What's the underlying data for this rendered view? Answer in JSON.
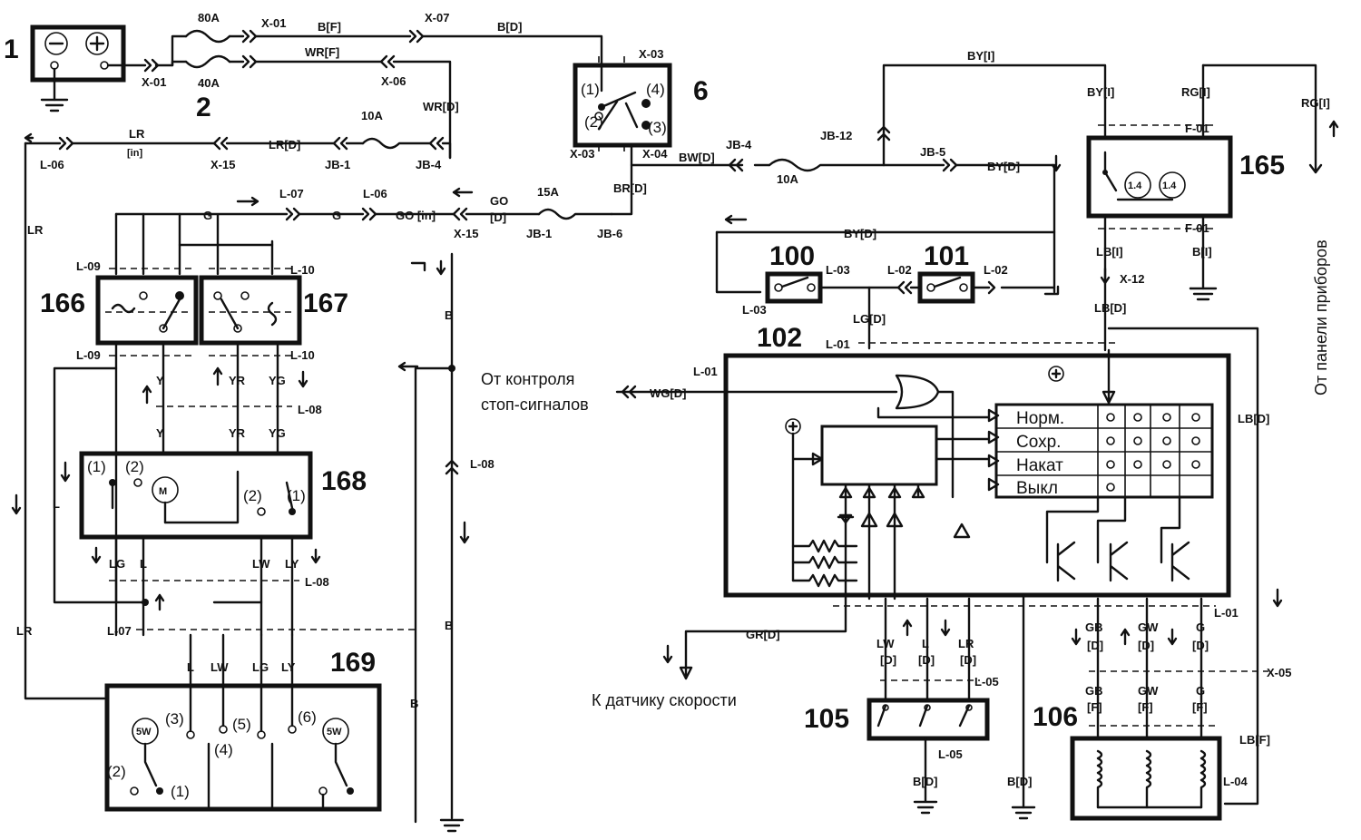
{
  "components": {
    "c1": "1",
    "c2": "2",
    "c6": "6",
    "c100": "100",
    "c101": "101",
    "c102": "102",
    "c105": "105",
    "c106": "106",
    "c165": "165",
    "c166": "166",
    "c167": "167",
    "c168": "168",
    "c169": "169"
  },
  "connectors": {
    "x01a": "X-01",
    "x01b": "X-01",
    "x07": "X-07",
    "x03a": "X-03",
    "x03b": "X-03",
    "x04": "X-04",
    "x06": "X-06",
    "x15a": "X-15",
    "x15b": "X-15",
    "x12": "X-12",
    "x05": "X-05",
    "f01a": "F-01",
    "f01b": "F-01",
    "l06a": "L-06",
    "l06b": "L-06",
    "l07a": "L-07",
    "l07b": "L-07",
    "l09a": "L-09",
    "l09b": "L-09",
    "l10a": "L-10",
    "l10b": "L-10",
    "l08a": "L-08",
    "l08b": "L-08",
    "l08c": "L-08",
    "l01a": "L-01",
    "l01b": "L-01",
    "l01c": "L-01",
    "l02a": "L-02",
    "l02b": "L-02",
    "l03a": "L-03",
    "l03b": "L-03",
    "l04": "L-04",
    "l05a": "L-05",
    "l05b": "L-05",
    "jb1a": "JB-1",
    "jb1b": "JB-1",
    "jb4a": "JB-4",
    "jb4b": "JB-4",
    "jb5": "JB-5",
    "jb6": "JB-6",
    "jb12": "JB-12"
  },
  "wires": {
    "bf": "B[F]",
    "bd": "B[D]",
    "wrf": "WR[F]",
    "wrd": "WR[D]",
    "lr": "LR",
    "lrin": "[in]",
    "lrd": "LR[D]",
    "lrv": "LR",
    "lrv2": "LR",
    "g1": "G",
    "g2": "G",
    "goin": "GO [in]",
    "go": "GO",
    "god": "[D]",
    "bwd": "BW[D]",
    "brd": "BR[D]",
    "byi": "BY[I]",
    "byi2": "BY[I]",
    "byd": "BY[D]",
    "byd2": "BY[D]",
    "rgi": "RG[I]",
    "rgi2": "RG[I]",
    "lbi": "LB[I]",
    "bi": "B[I]",
    "lbd": "LB[D]",
    "lbd2": "LB[D]",
    "lgd": "LG[D]",
    "wgd": "WG[D]",
    "grd": "GR[D]",
    "y1": "Y",
    "y2": "Y",
    "yr1": "YR",
    "yr2": "YR",
    "yg1": "YG",
    "yg2": "YG",
    "lg": "LG",
    "l": "L",
    "lw": "LW",
    "ly": "LY",
    "lv": "L",
    "l169": "L",
    "lw169": "LW",
    "lg169": "LG",
    "ly169": "LY",
    "bv1": "B",
    "bv2": "B",
    "bv3": "B",
    "lw105": "LW",
    "l105": "L",
    "lr105": "LR",
    "d1": "[D]",
    "d2": "[D]",
    "d3": "[D]",
    "gb": "GB",
    "gw": "GW",
    "gg": "G",
    "d4": "[D]",
    "d5": "[D]",
    "d6": "[D]",
    "gbf": "GB",
    "gwf": "GW",
    "ggf": "G",
    "f1": "[F]",
    "f2": "[F]",
    "f3": "[F]",
    "lbf": "LB[F]",
    "b105": "B[D]",
    "b106": "B[D]"
  },
  "fuses": {
    "f80": "80A",
    "f40": "40A",
    "f10a": "10A",
    "f15a": "15A",
    "f10b": "10A"
  },
  "pins": {
    "p6_1": "(1)",
    "p6_2": "(2)",
    "p6_3": "(3)",
    "p6_4": "(4)",
    "p168_1a": "(1)",
    "p168_2a": "(2)",
    "p168_2b": "(2)",
    "p168_1b": "(1)",
    "p169_1": "(1)",
    "p169_2": "(2)",
    "p169_3": "(3)",
    "p169_4": "(4)",
    "p169_5": "(5)",
    "p169_6": "(6)"
  },
  "lamps": {
    "l5w_a": "5W",
    "l5w_b": "5W",
    "l14a": "1.4",
    "l14b": "1.4",
    "motor": "M"
  },
  "module_table": [
    "Норм.",
    "Сохр.",
    "Накат",
    "Выкл"
  ],
  "notes": {
    "stop1": "От контроля",
    "stop2": "стоп-сигналов",
    "speed": "К датчику скорости",
    "panel": "От панели приборов"
  }
}
